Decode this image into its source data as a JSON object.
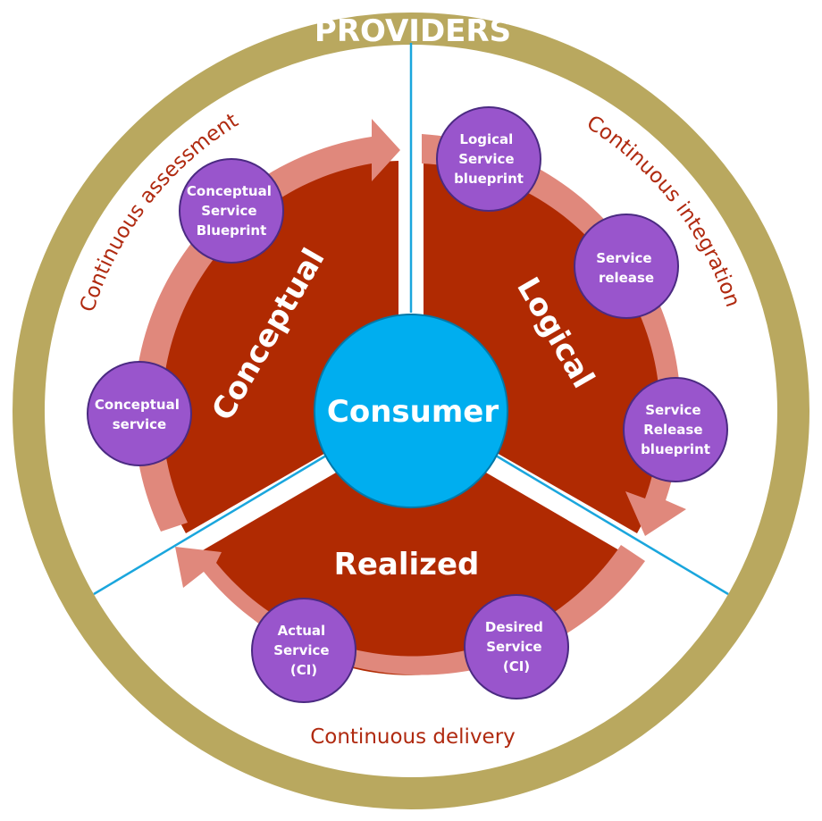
{
  "outer_ring": {
    "title": "PROVIDERS"
  },
  "center": {
    "label": "Consumer"
  },
  "phases": {
    "conceptual": {
      "label": "Conceptual"
    },
    "logical": {
      "label": "Logical"
    },
    "realized": {
      "label": "Realized"
    }
  },
  "processes": {
    "assessment": {
      "label": "Continuous assessment"
    },
    "integration": {
      "label": "Continuous integration"
    },
    "delivery": {
      "label": "Continuous delivery"
    }
  },
  "nodes": {
    "conceptual_blueprint": {
      "lines": [
        "Conceptual",
        "Service",
        "Blueprint"
      ]
    },
    "conceptual_service": {
      "lines": [
        "Conceptual",
        "service"
      ]
    },
    "logical_blueprint": {
      "lines": [
        "Logical",
        "Service",
        "blueprint"
      ]
    },
    "service_release": {
      "lines": [
        "Service",
        "release"
      ]
    },
    "release_blueprint": {
      "lines": [
        "Service",
        "Release",
        "blueprint"
      ]
    },
    "actual_service": {
      "lines": [
        "Actual",
        "Service",
        "(CI)"
      ]
    },
    "desired_service": {
      "lines": [
        "Desired",
        "Service",
        "(CI)"
      ]
    }
  },
  "colors": {
    "ring": "#b9a85f",
    "sector": "#b02a02",
    "arrow": "#e0887c",
    "node": "#9955cc",
    "node_stroke": "#4b2a82",
    "center": "#00aeef",
    "divider": "#1aa6dd",
    "process_text": "#b02a10"
  }
}
